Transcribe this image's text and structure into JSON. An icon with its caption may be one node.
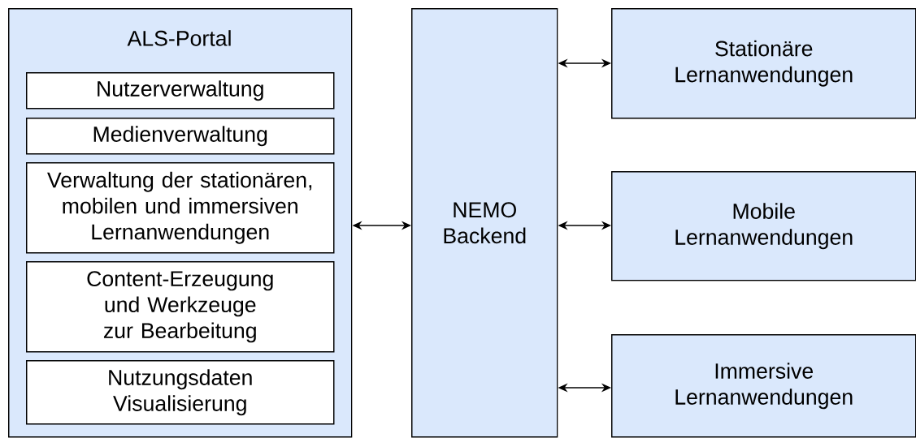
{
  "diagram": {
    "nodes": [
      {
        "text": [
          "ALS-Portal"
        ]
      },
      {
        "text": [
          "Nutzerverwaltung"
        ],
        "in": 0
      },
      {
        "text": [
          "Medienverwaltung"
        ],
        "in": 0
      },
      {
        "text": [
          "Verwaltung der stationären, mobilen und immersiven Lernanwendungen"
        ],
        "in": 0
      },
      {
        "text": [
          "Content-Erzeugung und Werkzeuge zur Bearbeitung"
        ],
        "in": 0
      },
      {
        "text": [
          "Nutzungsdaten Visualisierung"
        ],
        "in": 0
      },
      {
        "text": [
          "NEMO Backend"
        ]
      },
      {
        "text": [
          "Stationäre Lernanwendungen"
        ]
      },
      {
        "text": [
          "Mobile Lernanwendungen"
        ]
      },
      {
        "text": [
          "Immersive Lernanwendungen"
        ]
      }
    ],
    "edges": [
      {
        "from": 0,
        "to": 6,
        "arrow": "both"
      },
      {
        "from": 6,
        "to": 7,
        "arrow": "both"
      },
      {
        "from": 6,
        "to": 8,
        "arrow": "both"
      },
      {
        "from": 6,
        "to": 9,
        "arrow": "both"
      }
    ]
  }
}
